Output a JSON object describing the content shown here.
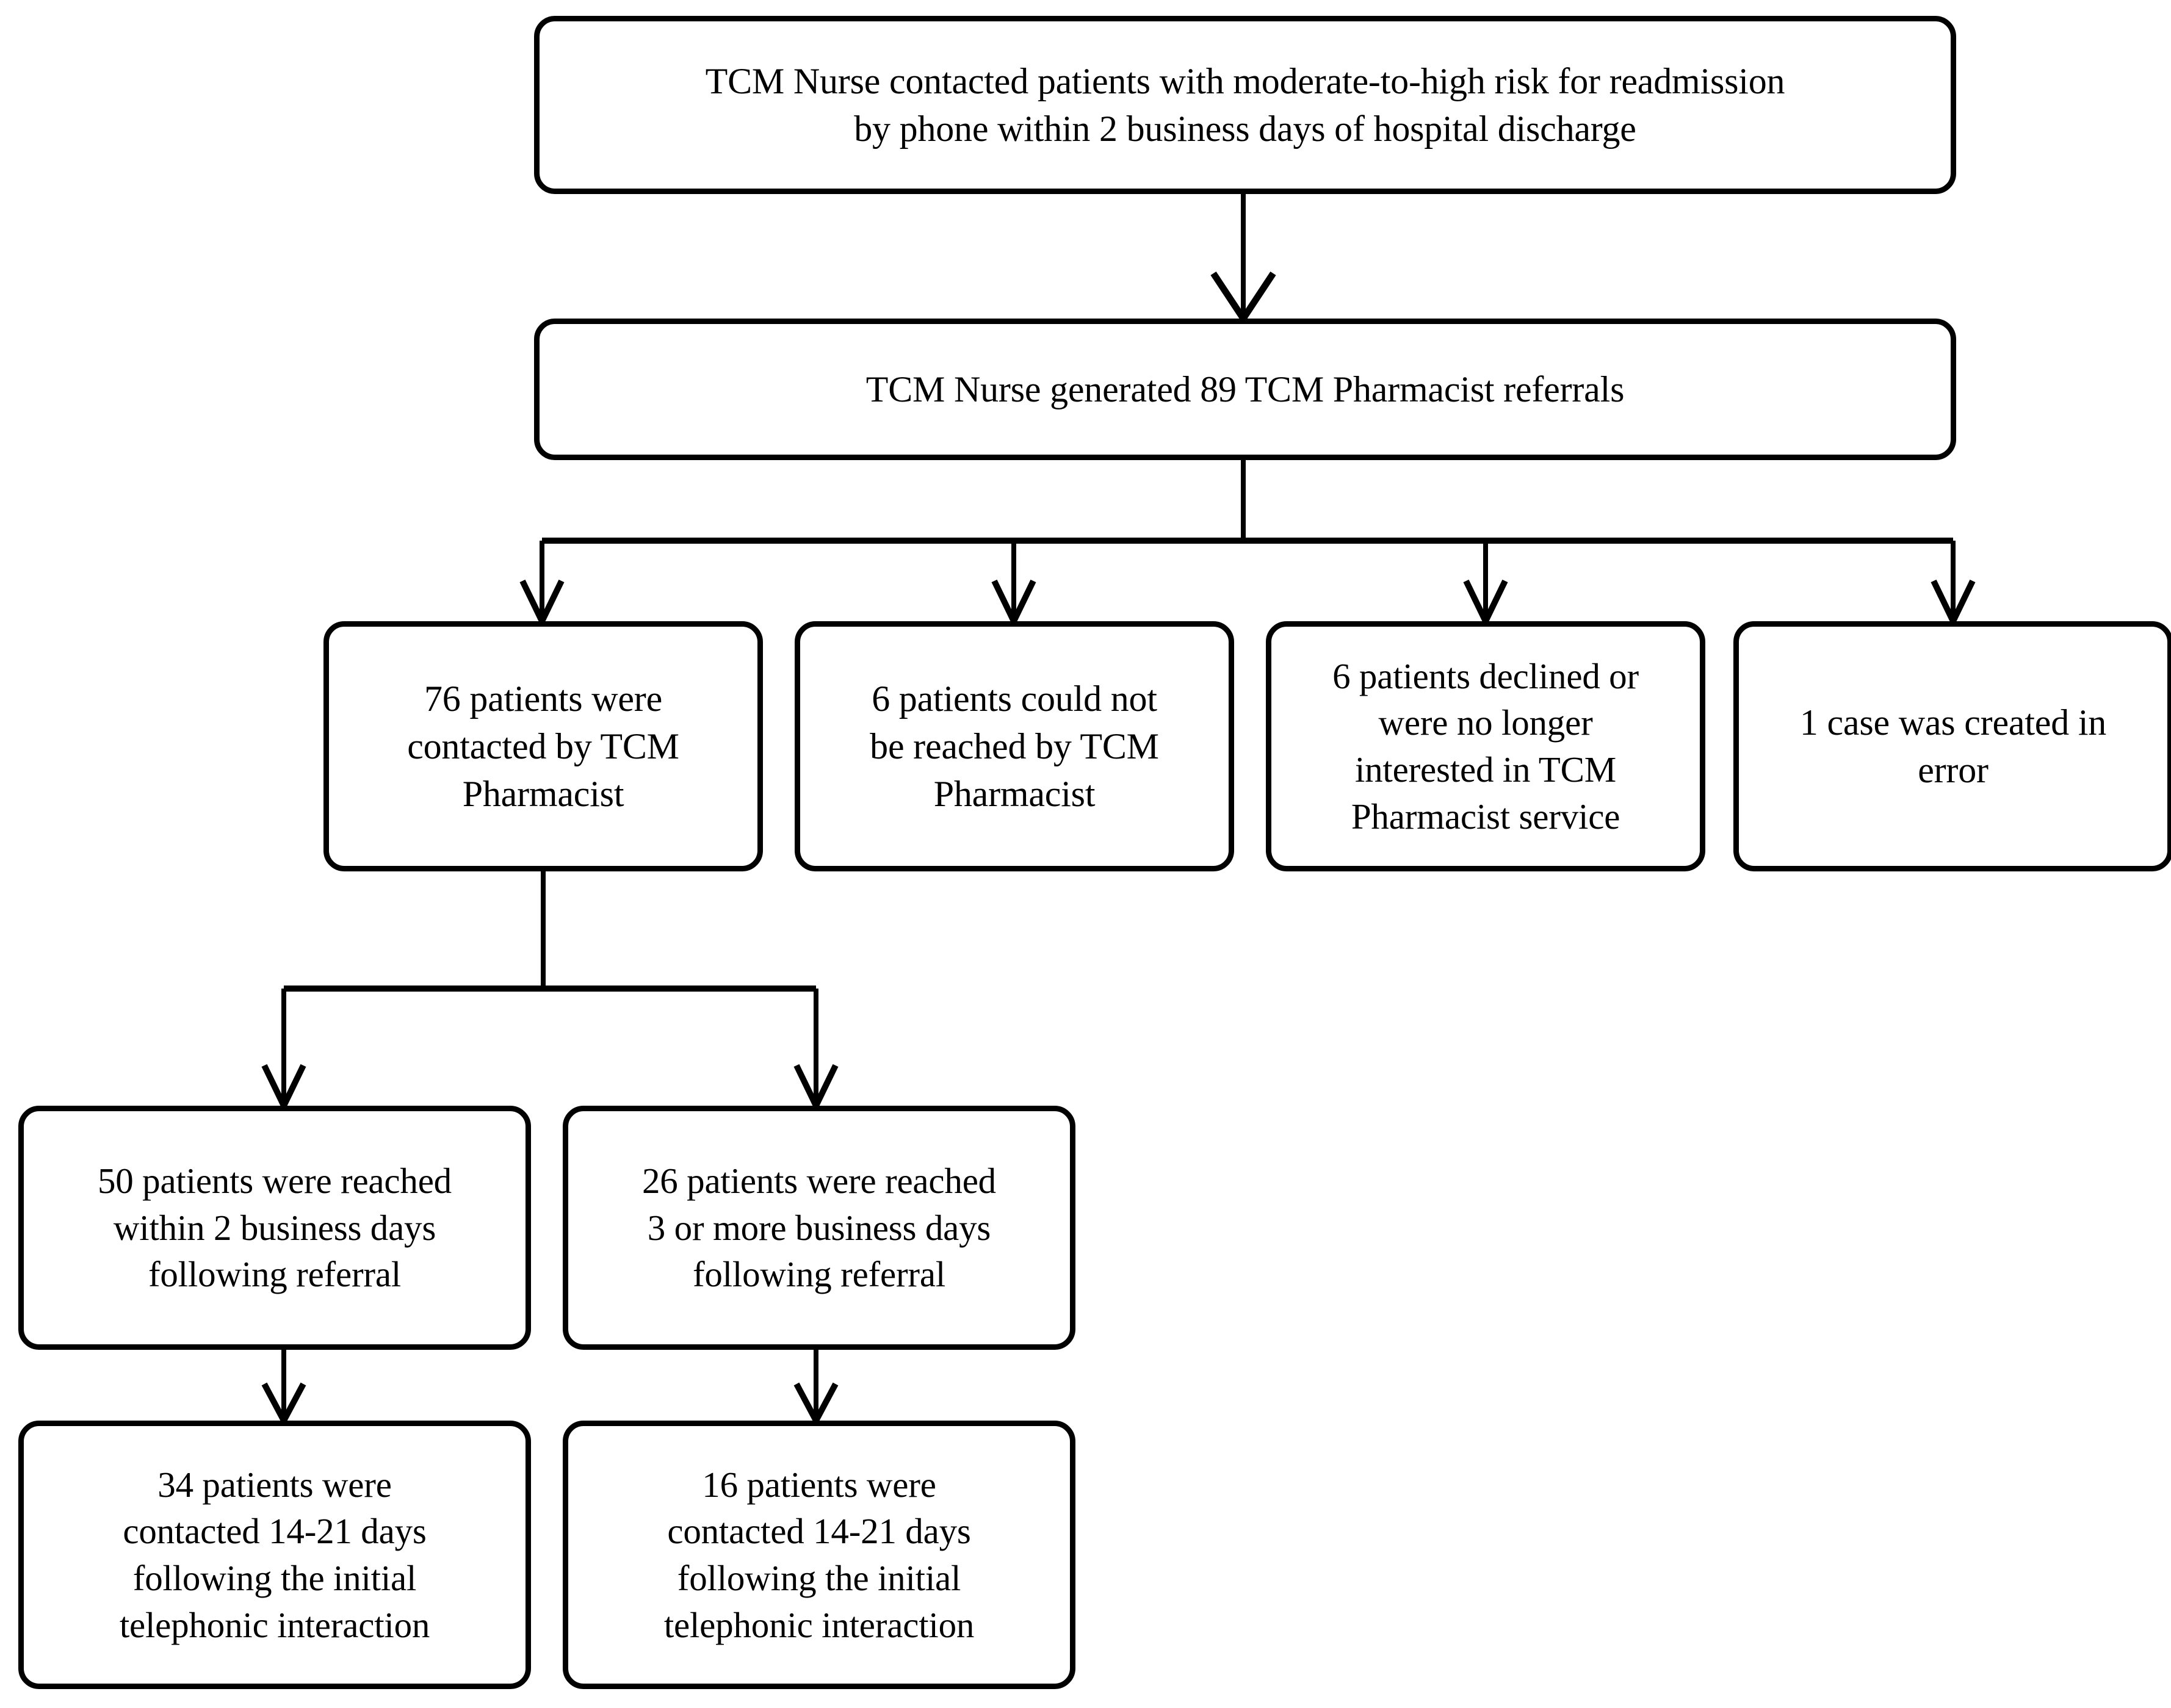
{
  "diagram": {
    "title": "TCM Nurse to TCM Pharmacist referral flow",
    "stroke_color": "#000000",
    "fill_color": "#ffffff",
    "background": "#ffffff",
    "arrow_style": "open-v"
  },
  "nodes": {
    "n1": {
      "id": "n1",
      "label": "TCM Nurse contacted patients with moderate-to-high risk for readmission\nby phone within 2 business days of hospital discharge",
      "lines": [
        "TCM Nurse contacted patients with moderate-to-high risk for readmission",
        "by phone within 2 business days of hospital discharge"
      ],
      "level": 1
    },
    "n2": {
      "id": "n2",
      "label": "TCM Nurse generated 89 TCM Pharmacist referrals",
      "lines": [
        "TCM Nurse generated 89 TCM Pharmacist referrals"
      ],
      "count": 89,
      "level": 2
    },
    "n3": {
      "id": "n3",
      "label": "76 patients were\ncontacted by TCM\nPharmacist",
      "lines": [
        "76 patients were",
        "contacted by TCM",
        "Pharmacist"
      ],
      "count": 76,
      "level": 3
    },
    "n4": {
      "id": "n4",
      "label": "6 patients could not\nbe reached by TCM\nPharmacist",
      "lines": [
        "6 patients could not",
        "be reached by TCM",
        "Pharmacist"
      ],
      "count": 6,
      "level": 3
    },
    "n5": {
      "id": "n5",
      "label": "6 patients declined or\nwere no longer\ninterested in TCM\nPharmacist service",
      "lines": [
        "6 patients declined or",
        "were no longer",
        "interested in TCM",
        "Pharmacist service"
      ],
      "count": 6,
      "level": 3
    },
    "n6": {
      "id": "n6",
      "label": "1 case was created in\nerror",
      "lines": [
        "1 case was created in",
        "error"
      ],
      "count": 1,
      "level": 3
    },
    "n7": {
      "id": "n7",
      "label": "50 patients were reached\nwithin 2 business days\nfollowing referral",
      "lines": [
        "50 patients were reached",
        "within 2 business days",
        "following referral"
      ],
      "count": 50,
      "level": 4
    },
    "n8": {
      "id": "n8",
      "label": "26 patients were reached\n3 or more business days\nfollowing referral",
      "lines": [
        "26 patients were reached",
        "3 or more business days",
        "following referral"
      ],
      "count": 26,
      "level": 4
    },
    "n9": {
      "id": "n9",
      "label": "34 patients were\ncontacted 14-21 days\nfollowing the initial\ntelephonic interaction",
      "lines": [
        "34 patients were",
        "contacted 14-21 days",
        "following the initial",
        "telephonic interaction"
      ],
      "count": 34,
      "level": 5
    },
    "n10": {
      "id": "n10",
      "label": "16 patients were\ncontacted 14-21 days\nfollowing the initial\ntelephonic interaction",
      "lines": [
        "16 patients were",
        "contacted 14-21 days",
        "following the initial",
        "telephonic interaction"
      ],
      "count": 16,
      "level": 5
    }
  },
  "edges": [
    {
      "from": "n1",
      "to": "n2",
      "type": "straight-arrow"
    },
    {
      "from": "n2",
      "to": "n3",
      "type": "branch-arrow"
    },
    {
      "from": "n2",
      "to": "n4",
      "type": "branch-arrow"
    },
    {
      "from": "n2",
      "to": "n5",
      "type": "branch-arrow"
    },
    {
      "from": "n2",
      "to": "n6",
      "type": "branch-arrow"
    },
    {
      "from": "n3",
      "to": "n7",
      "type": "branch-arrow"
    },
    {
      "from": "n3",
      "to": "n8",
      "type": "branch-arrow"
    },
    {
      "from": "n7",
      "to": "n9",
      "type": "straight-arrow"
    },
    {
      "from": "n8",
      "to": "n10",
      "type": "straight-arrow"
    }
  ]
}
